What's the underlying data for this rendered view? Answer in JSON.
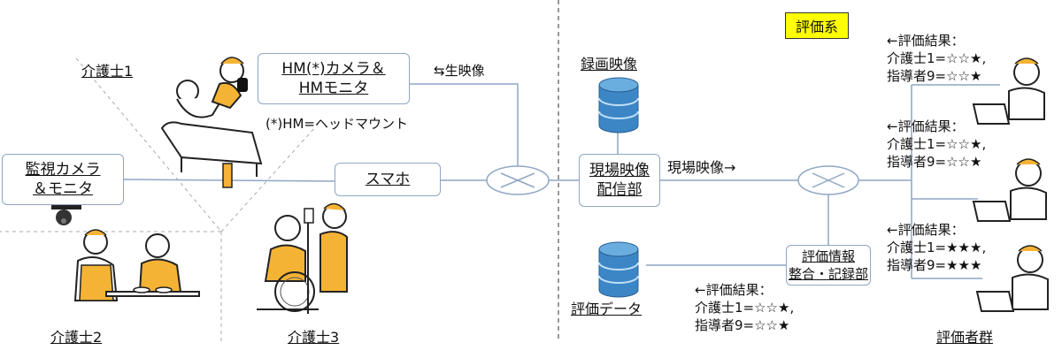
{
  "caregivers": {
    "c1": "介護士1",
    "c2": "介護士2",
    "c3": "介護士3"
  },
  "hm_box": {
    "line1": "HM(*)カメラ＆",
    "line2": "HMモニタ"
  },
  "hm_note": "(*)HM=ヘッドマウント",
  "raw_video": "⇆生映像",
  "monitor_box": {
    "line1": "監視カメラ",
    "line2": "＆モニタ"
  },
  "smartphone": "スマホ",
  "recorded_video": "録画映像",
  "delivery_box": {
    "line1": "現場映像",
    "line2": "配信部"
  },
  "site_video_arrow": "現場映像→",
  "eval_data": "評価データ",
  "integration_box": {
    "line1": "評価情報",
    "line2": "整合・記録部"
  },
  "eval_system": "評価系",
  "evaluators": "評価者群",
  "results": [
    {
      "header": "←評価結果：",
      "line1": "介護士1=☆☆★,",
      "line2": "指導者9=☆☆★"
    },
    {
      "header": "←評価結果：",
      "line1": "介護士1=☆☆★,",
      "line2": "指導者9=☆☆★"
    },
    {
      "header": "←評価結果：",
      "line1": "介護士1=★★★,",
      "line2": "指導者9=★★★"
    },
    {
      "header": "←評価結果：",
      "line1": "介護士1=☆☆★,",
      "line2": "指導者9=☆☆★"
    }
  ],
  "colors": {
    "line": "#8fa6c4",
    "highlight": "#ffff00",
    "db_blue": "#3d86c6",
    "caregiver_orange": "#f5b335",
    "divider": "#555555"
  }
}
